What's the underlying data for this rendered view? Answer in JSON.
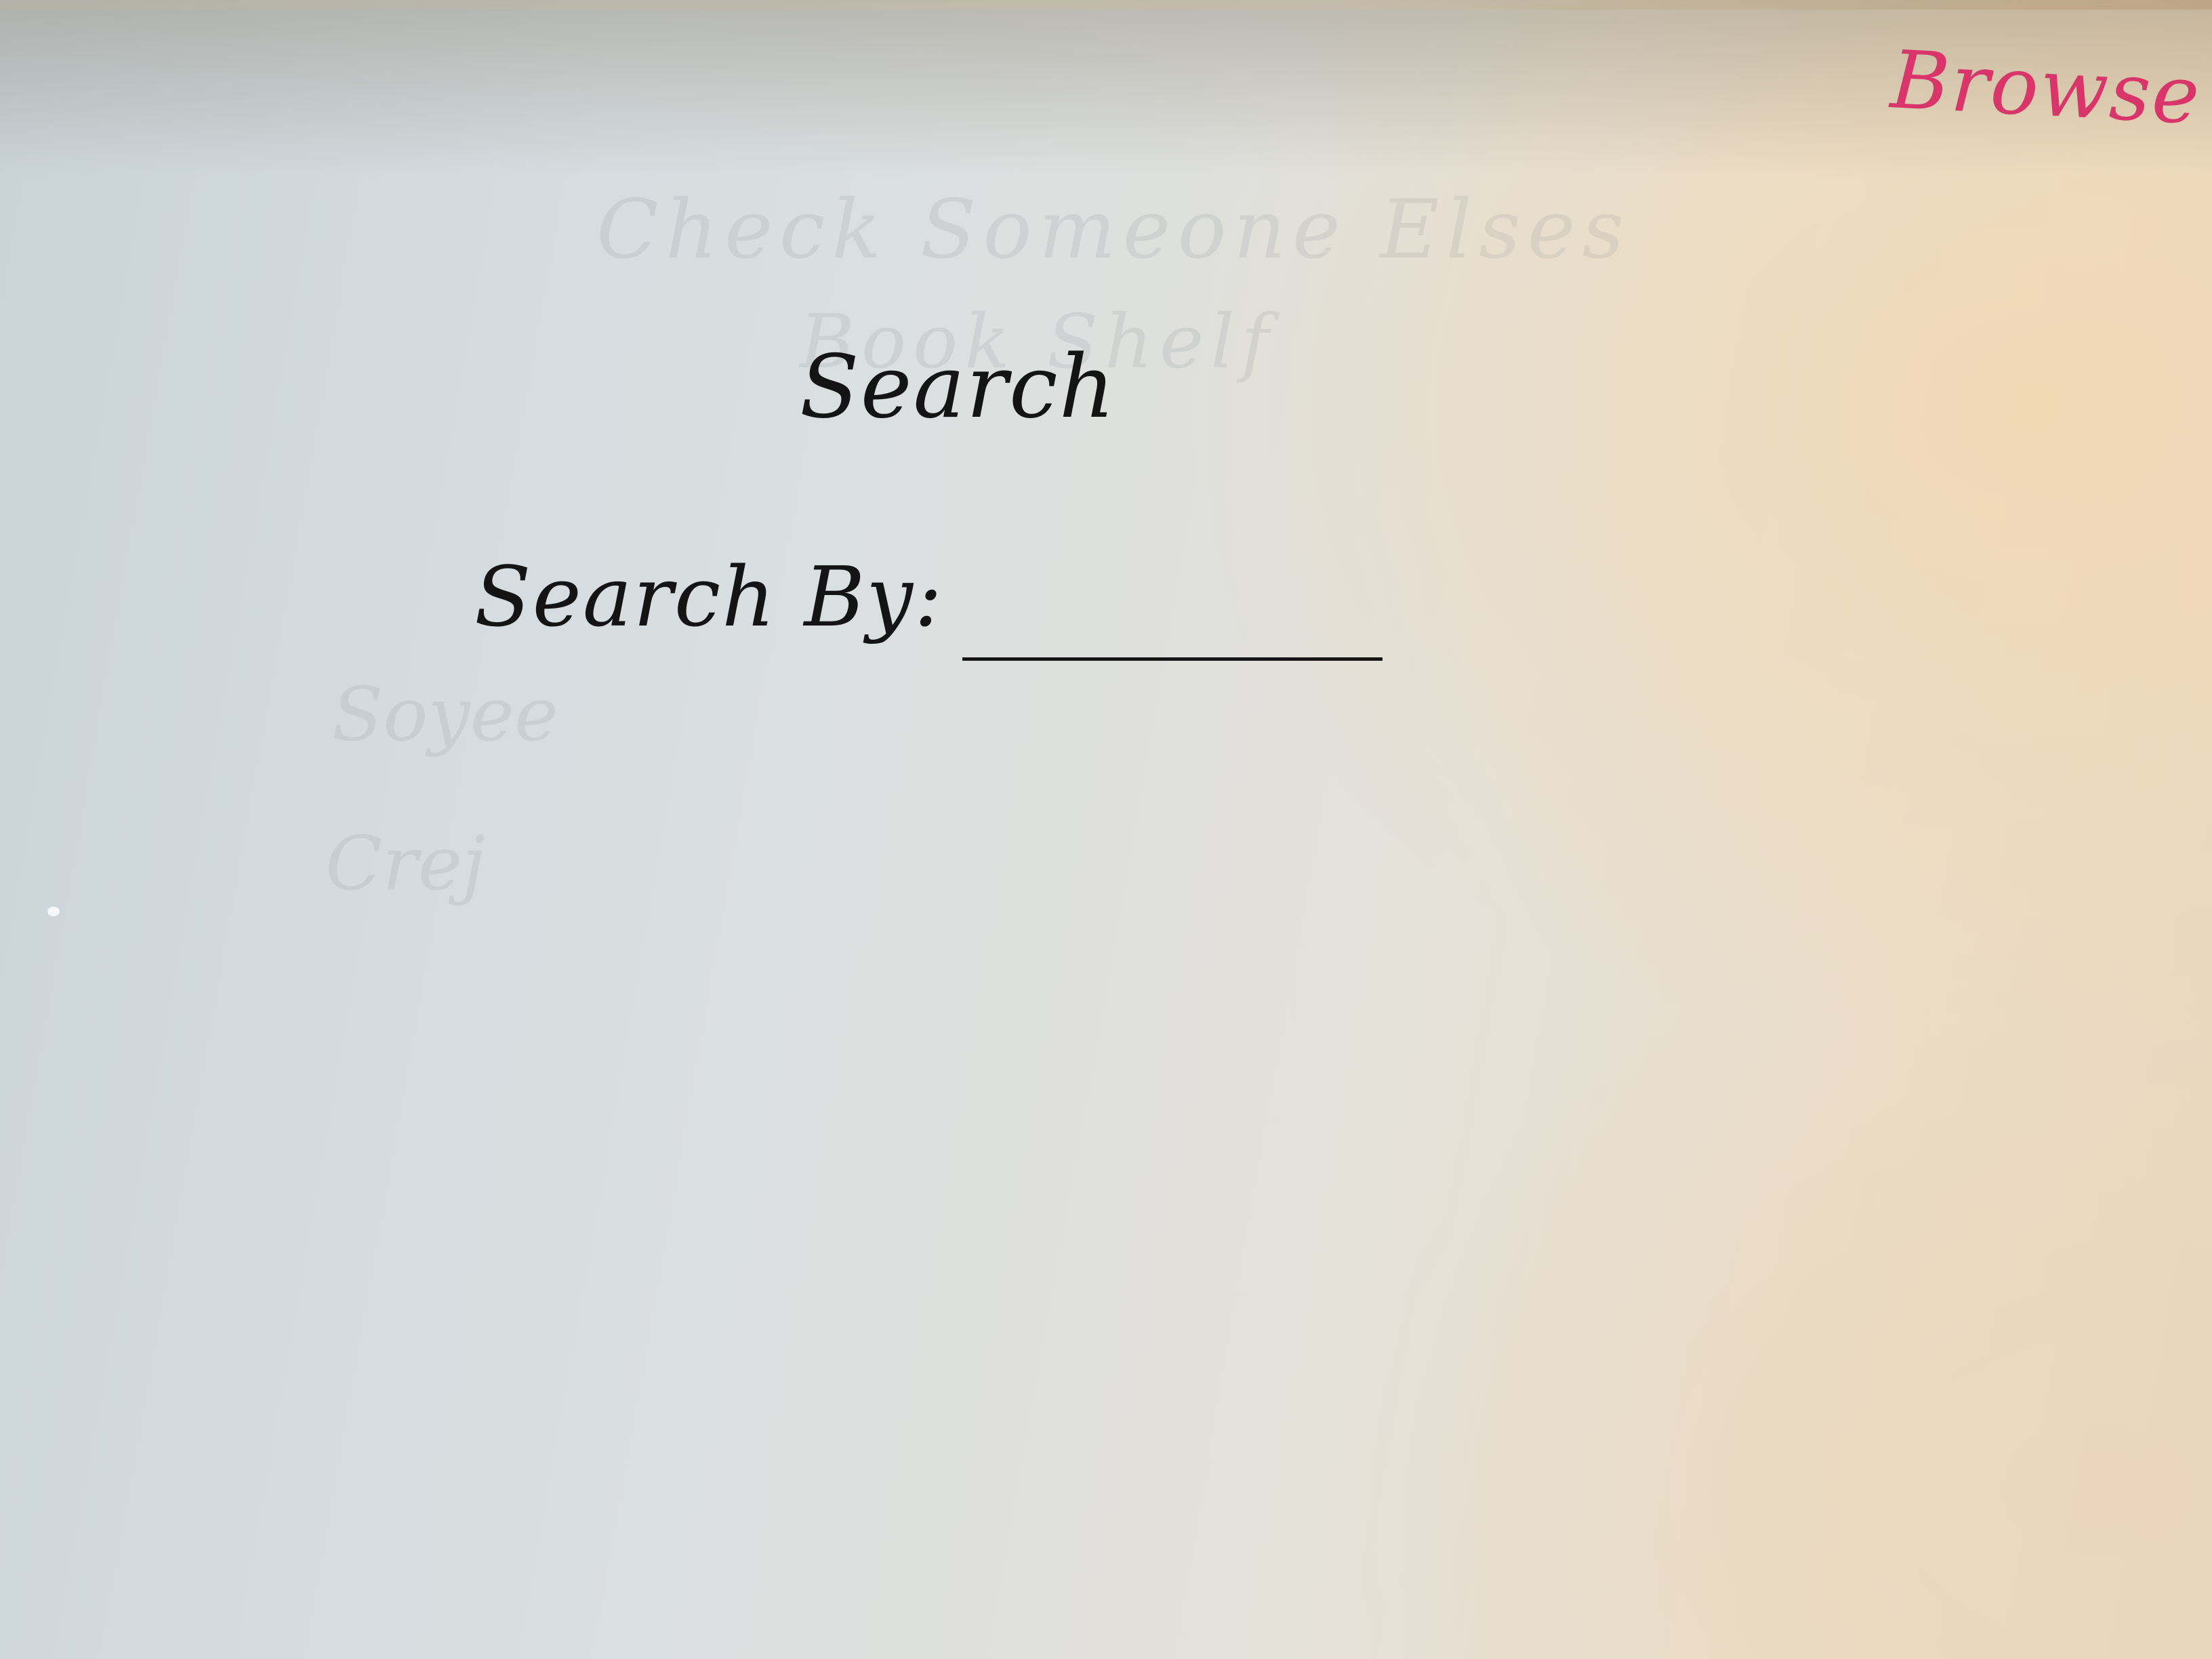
{
  "header": {
    "browse_label": "Browse"
  },
  "page": {
    "title": "Search"
  },
  "search": {
    "label": "Search By:",
    "value": ""
  },
  "background": {
    "bleed_through": [
      "Check Someone Elses",
      "Book Shelf",
      "Soyee",
      "Crej"
    ]
  },
  "colors": {
    "ink": "#141414",
    "accent": "#d8356a"
  }
}
